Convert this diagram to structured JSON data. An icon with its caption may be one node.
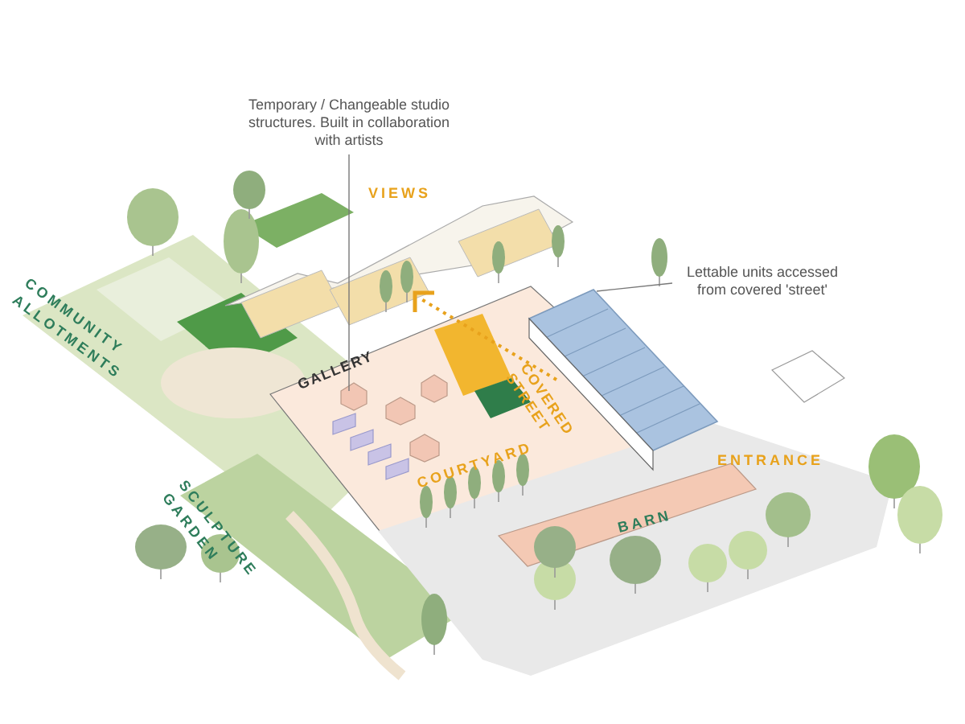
{
  "diagram": {
    "nodes": [
      {
        "text": [
          "Temporary / Changeable studio structures. Built in collaboration with artists"
        ]
      },
      {
        "text": [],
        "shape": "picture"
      },
      {
        "text": [
          "Lettable units accessed from covered 'street'"
        ]
      },
      {
        "text": [],
        "shape": "picture"
      }
    ],
    "edges": [
      {
        "from": 0,
        "to": 1,
        "arrow": "none"
      },
      {
        "from": 2,
        "to": 3,
        "arrow": "none"
      }
    ],
    "labels": [
      "VIEWS",
      "COMMUNITY ALLOTMENTS",
      "GALLERY",
      "SCULPTURE GARDEN",
      "COURTYARD",
      "COVERED STREET",
      "ENTRANCE",
      "BARN"
    ]
  }
}
